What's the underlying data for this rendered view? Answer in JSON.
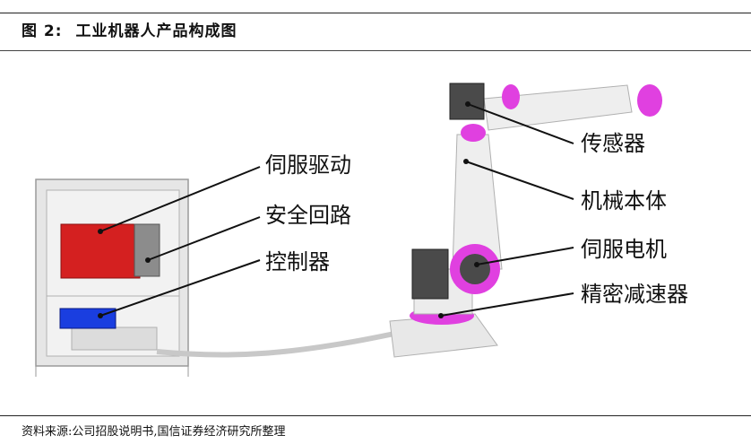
{
  "header": {
    "figure_label": "图 2:",
    "title": "工业机器人产品构成图"
  },
  "diagram": {
    "left_labels": [
      "伺服驱动",
      "安全回路",
      "控制器"
    ],
    "right_labels": [
      "传感器",
      "机械本体",
      "伺服电机",
      "精密减速器"
    ],
    "colors": {
      "servo_drive": "#d42020",
      "safety_circuit": "#8c8c8c",
      "controller": "#1a3ee0",
      "highlight": "#e040e0"
    }
  },
  "footer": {
    "source": "资料来源:公司招股说明书,国信证券经济研究所整理"
  }
}
